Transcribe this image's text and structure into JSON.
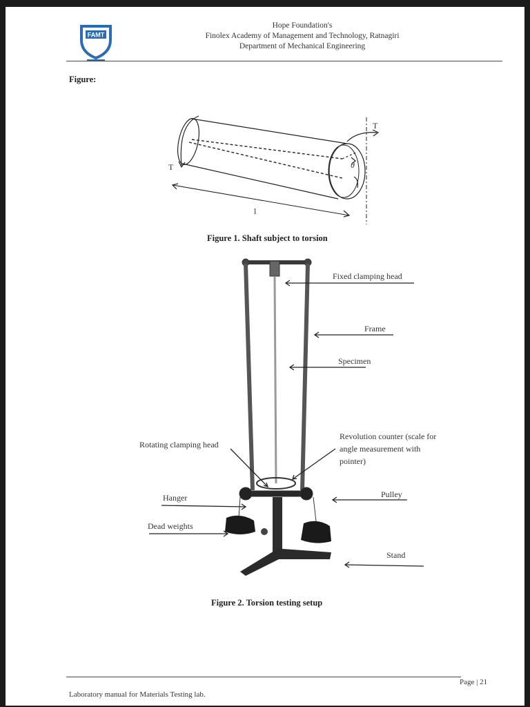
{
  "header": {
    "logo_text": "FAMT",
    "line1": "Hope Foundation's",
    "line2": "Finolex Academy of Management and Technology, Ratnagiri",
    "line3": "Department of Mechanical Engineering"
  },
  "figure_heading": "Figure:",
  "figure1": {
    "caption": "Figure 1. Shaft subject to torsion",
    "torque_label_right": "T",
    "torque_label_left": "T",
    "angle_label": "θ",
    "length_label": "l"
  },
  "figure2": {
    "caption": "Figure 2. Torsion testing setup",
    "labels": {
      "fixed_head": "Fixed clamping head",
      "frame": "Frame",
      "specimen": "Specimen",
      "rotating_head": "Rotating clamping head",
      "counter_1": "Revolution counter (scale for",
      "counter_2": "angle measurement with",
      "counter_3": "pointer)",
      "hanger": "Hanger",
      "pulley": "Pulley",
      "dead_weights": "Dead weights",
      "stand": "Stand"
    }
  },
  "footer": {
    "page": "Page | 21",
    "manual": "Laboratory manual for Materials Testing lab."
  }
}
